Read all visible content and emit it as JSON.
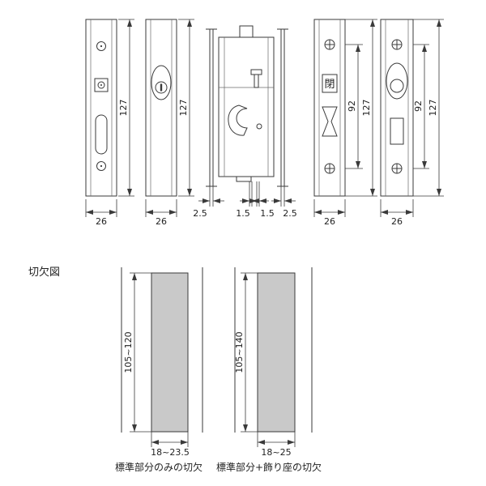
{
  "section": {
    "title": "切欠図"
  },
  "plates": {
    "strike": {
      "height": "127",
      "width": "26"
    },
    "cylinder_inner": {
      "height": "127",
      "width": "26"
    },
    "case": {
      "t_left": "2.5",
      "s_left": "1.5",
      "s_right": "1.5",
      "t_right": "2.5"
    },
    "thumbturn": {
      "screw_span": "92",
      "height": "127",
      "width": "26",
      "indicator": "閉"
    },
    "cylinder_outer": {
      "screw_span": "92",
      "height": "127",
      "width": "26"
    }
  },
  "cutouts": [
    {
      "height": "105~120",
      "width": "18~23.5",
      "caption": "標準部分のみの切欠"
    },
    {
      "height": "105~140",
      "width": "18~25",
      "caption": "標準部分+飾り座の切欠"
    }
  ]
}
